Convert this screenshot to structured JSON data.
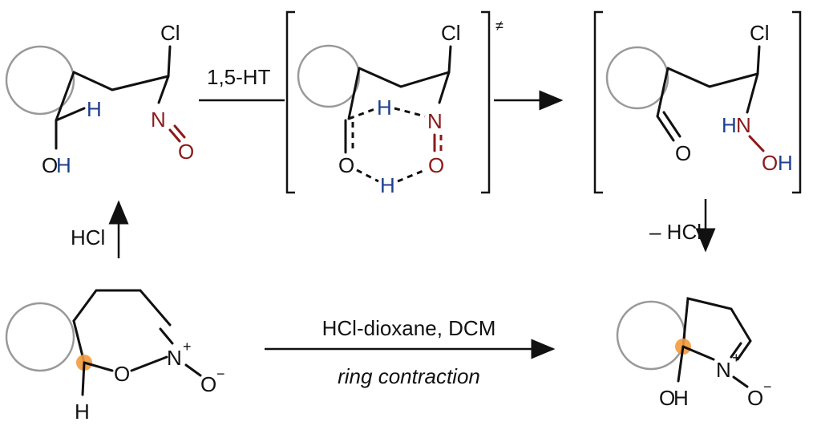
{
  "labels": {
    "cl": "Cl",
    "h": "H",
    "n": "N",
    "o": "O",
    "plus": "+",
    "minus": "−",
    "ts_mark": "≠"
  },
  "arrows": {
    "hydrogen_transfer": "1,5-HT",
    "acid_up": "HCl",
    "elimination": "– HCl",
    "conditions": "HCl-dioxane, DCM",
    "process": "ring contraction"
  },
  "colors": {
    "hydrogen": "#1d3f8f",
    "nitroso": "#8b1a1a",
    "highlight": "#f39a3c",
    "ring": "#999999"
  }
}
